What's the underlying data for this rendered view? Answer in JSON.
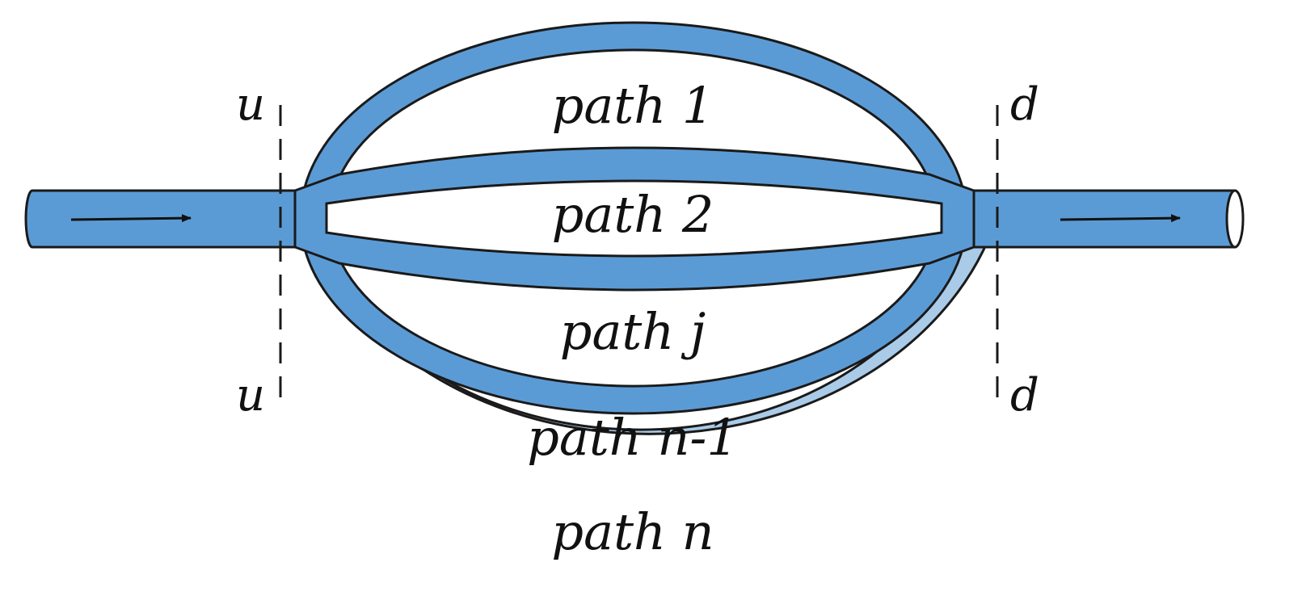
{
  "colors": {
    "tube": "#5b9bd5",
    "tube_light": "#aacbe8",
    "outline": "#1a1a1a",
    "background": "#ffffff"
  },
  "labels": {
    "path_1": "path 1",
    "path_2": "path 2",
    "path_j": "path j",
    "path_n_minus_1": "path n-1",
    "path_n": "path n",
    "upstream_top": "u",
    "upstream_bottom": "u",
    "downstream_top": "d",
    "downstream_bottom": "d"
  },
  "icons": {
    "inlet_flow": "arrow-right-icon",
    "outlet_flow": "arrow-right-icon"
  }
}
